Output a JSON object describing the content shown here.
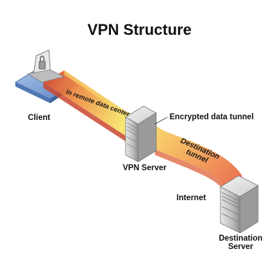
{
  "title": "VPN Structure",
  "labels": {
    "client": "Client",
    "vpn_server": "VPN Server",
    "internet": "Internet",
    "destination_server_line1": "Destination",
    "destination_server_line2": "Server",
    "encrypted_tunnel": "Encrypted data tunnel",
    "remote_dc": "In remote data center",
    "dest_tunnel_line1": "Destination",
    "dest_tunnel_line2": "tunnel"
  },
  "icons": {
    "client": "laptop-with-lock-icon",
    "vpn_server": "server-tower-icon",
    "destination_server": "server-tower-icon"
  },
  "colors": {
    "tunnel_red": "#e85a3c",
    "tunnel_orange": "#f5a64a",
    "tunnel_yellow": "#f7e36a",
    "client_blue": "#7fa6d8",
    "server_gray": "#c9c9c9"
  }
}
